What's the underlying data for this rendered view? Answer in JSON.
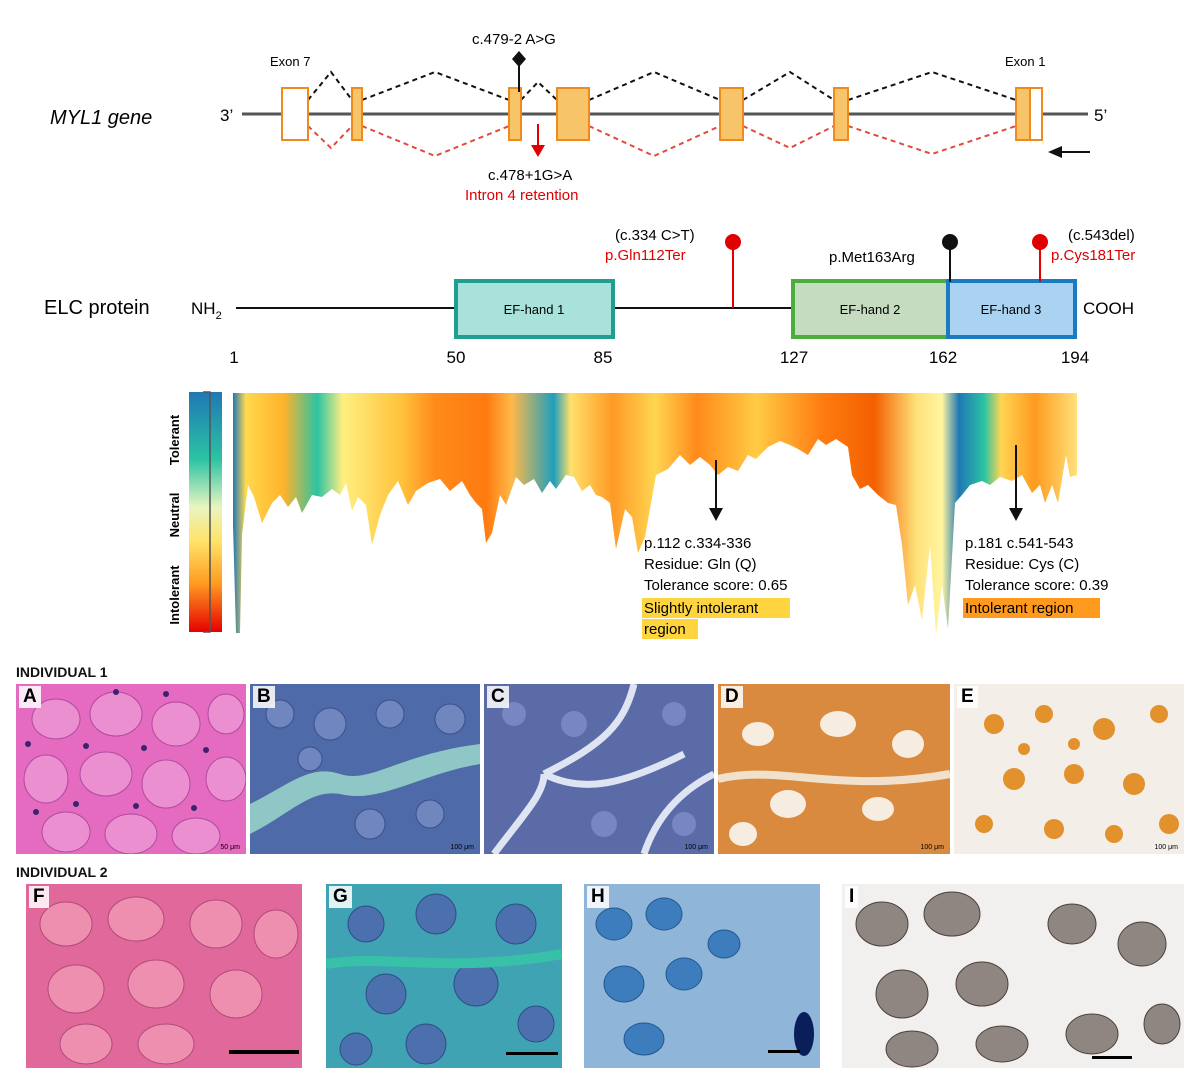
{
  "gene": {
    "title": "MYL1 gene",
    "end_left": "3’",
    "end_right": "5’",
    "exon_left_label": "Exon 7",
    "exon_right_label": "Exon 1",
    "variant_top": "c.479-2 A>G",
    "variant_bottom": "c.478+1G>A",
    "variant_bottom_effect": "Intron 4 retention"
  },
  "protein": {
    "title": "ELC protein",
    "n_term": "NH",
    "n_term_sub": "2",
    "c_term": "COOH",
    "domains": [
      {
        "label": "EF-hand 1",
        "start": 50,
        "end": 85
      },
      {
        "label": "EF-hand 2",
        "start": 127,
        "end": 162
      },
      {
        "label": "EF-hand 3",
        "start": 162,
        "end": 194
      }
    ],
    "positions": [
      "1",
      "50",
      "85",
      "127",
      "162",
      "194"
    ],
    "mutations": [
      {
        "cdna": "(c.334 C>T)",
        "protein": "p.Gln112Ter",
        "color": "#e00000"
      },
      {
        "cdna": "",
        "protein": "p.Met163Arg",
        "color": "#000000"
      },
      {
        "cdna": "(c.543del)",
        "protein": "p.Cys181Ter",
        "color": "#e00000"
      }
    ]
  },
  "tolerance": {
    "legend": [
      "Tolerant",
      "Neutral",
      "Intolerant"
    ],
    "annotations": [
      {
        "line1": "p.112 c.334-336",
        "line2": "Residue: Gln (Q)",
        "line3": "Tolerance score: 0.65",
        "tag1": "Slightly intolerant",
        "tag2": "region",
        "tag_color": "#ffd53f"
      },
      {
        "line1": "p.181 c.541-543",
        "line2": "Residue: Cys (C)",
        "line3": "Tolerance score: 0.39",
        "tag1": "Intolerant region",
        "tag_color": "#ff9a1f"
      }
    ]
  },
  "histology": {
    "individual1": "INDIVIDUAL 1",
    "individual2": "INDIVIDUAL 2",
    "panels_row1": [
      {
        "label": "A",
        "scale": "50 μm"
      },
      {
        "label": "B",
        "scale": "100 μm"
      },
      {
        "label": "C",
        "scale": "100 μm"
      },
      {
        "label": "D",
        "scale": "100 μm"
      },
      {
        "label": "E",
        "scale": "100 μm"
      }
    ],
    "panels_row2": [
      {
        "label": "F"
      },
      {
        "label": "G"
      },
      {
        "label": "H"
      },
      {
        "label": "I"
      }
    ]
  },
  "colors": {
    "exon_fill": "#f7c46a",
    "exon_stroke": "#f08a1c",
    "splice_red": "#e04b3c",
    "ef1_fill": "#a8e2da",
    "ef1_stroke": "#1f9e91",
    "ef2_fill": "#c6dcc0",
    "ef2_stroke": "#4cae3a",
    "ef3_fill": "#a9d3f0",
    "ef3_stroke": "#1a7ac2"
  }
}
